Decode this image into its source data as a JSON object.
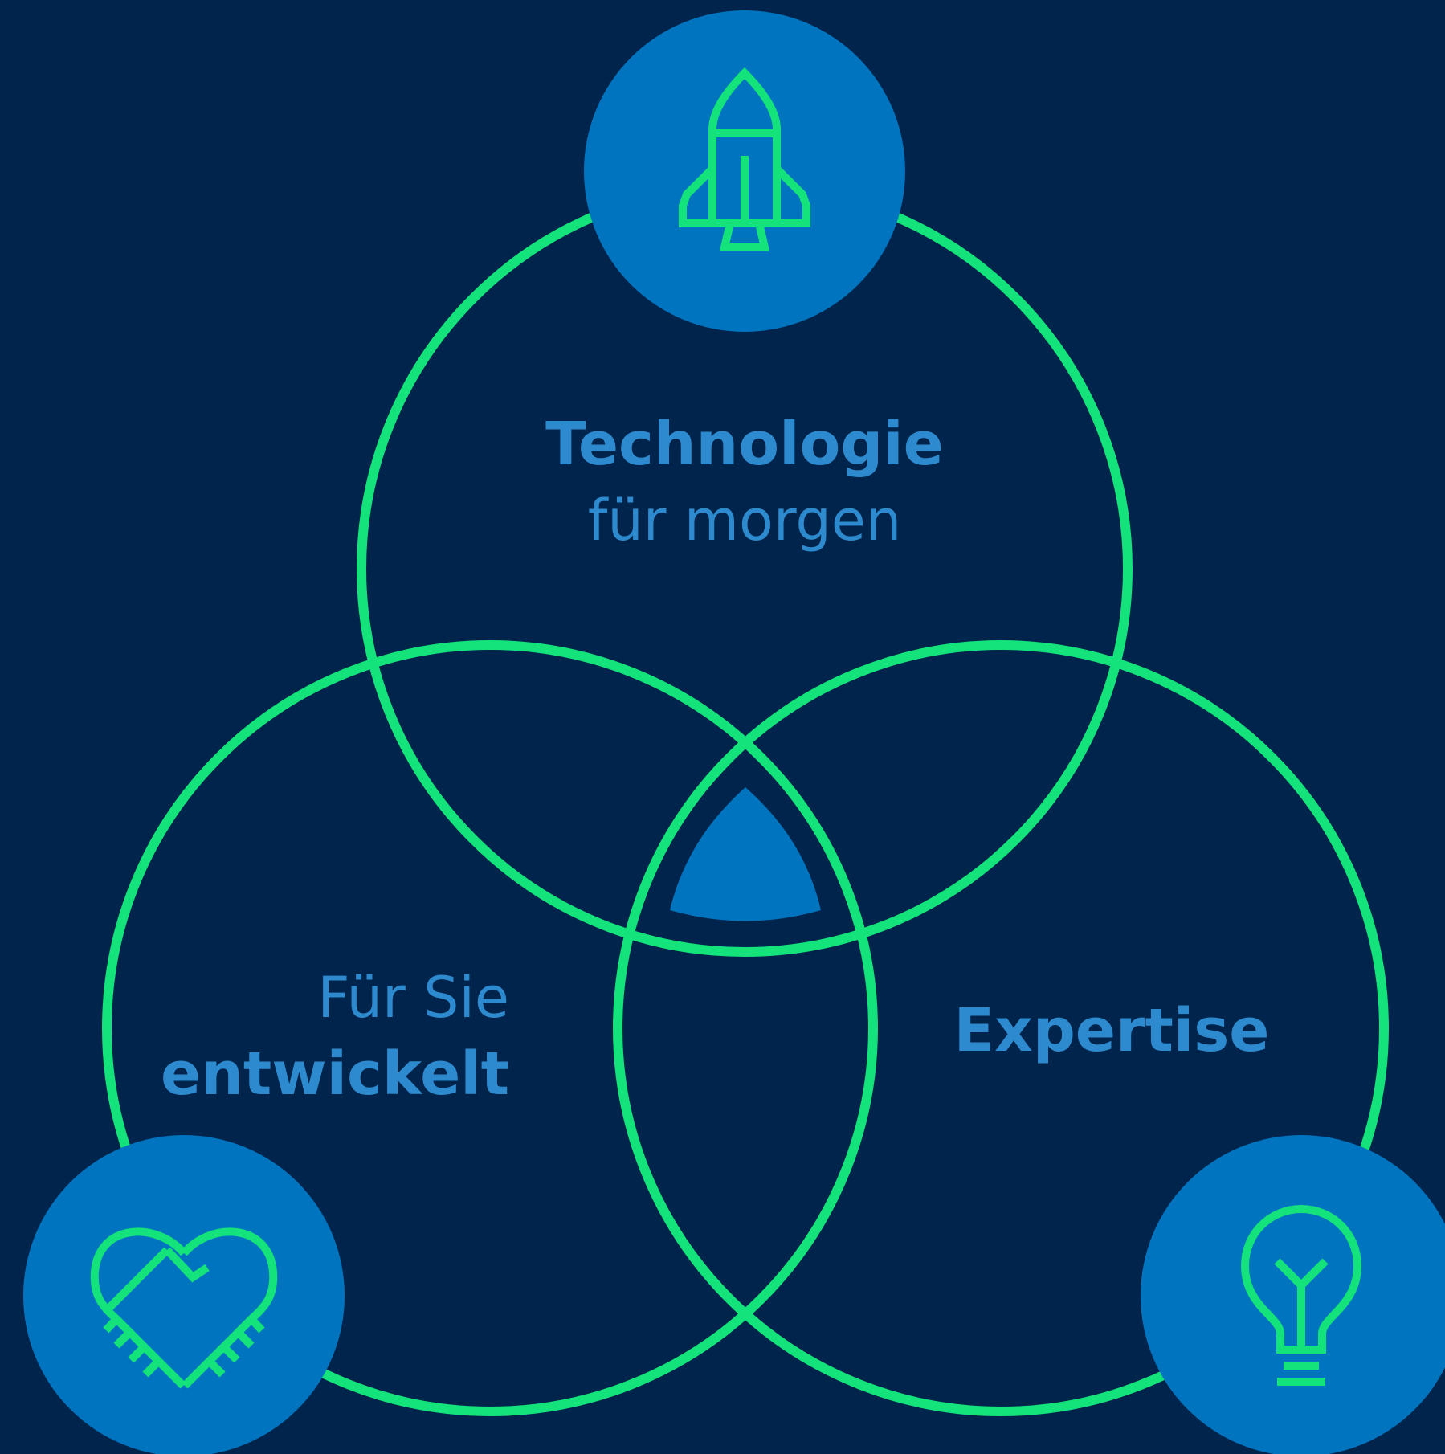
{
  "colors": {
    "background": "#00244b",
    "ring": "#14e27a",
    "badge": "#0074be",
    "text": "#2d8ace"
  },
  "circles": [
    {
      "id": "technology",
      "title_bold": "Technologie",
      "title_regular": "für morgen",
      "icon": "rocket-icon"
    },
    {
      "id": "development",
      "title_regular": "Für Sie",
      "title_bold": "entwickelt",
      "icon": "heart-handshake-icon"
    },
    {
      "id": "expertise",
      "title_bold": "Expertise",
      "icon": "lightbulb-icon"
    }
  ]
}
